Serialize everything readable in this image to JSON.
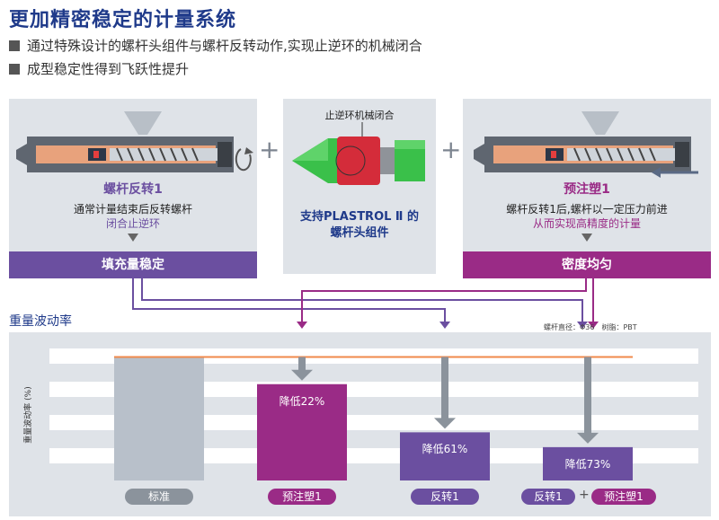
{
  "title": "更加精密稳定的计量系统",
  "bullets": [
    "通过特殊设计的螺杆头组件与螺杆反转动作,实现止逆环的机械闭合",
    "成型稳定性得到飞跃性提升"
  ],
  "panels": {
    "left": {
      "caption": "螺杆反转1",
      "line1": "通常计量结束后反转螺杆",
      "line2": "闭合止逆环",
      "bar": "填充量稳定"
    },
    "middle": {
      "callout": "止逆环机械闭合",
      "line1": "支持PLASTROL Ⅱ 的",
      "line2": "螺杆头组件"
    },
    "right": {
      "caption": "预注塑1",
      "line1": "螺杆反转1后,螺杆以一定压力前进",
      "line2": "从而实现高精度的计量",
      "bar": "密度均匀"
    }
  },
  "plus": "+",
  "chart_section_title": "重量波动率",
  "note": "螺杆直径：Φ36　树脂：PBT",
  "chart_data": {
    "type": "bar",
    "ylabel": "重量波动率 (%)",
    "categories": [
      "标准",
      "预注塑1",
      "反转1",
      "反转1 + 预注塑1"
    ],
    "values": [
      100,
      78,
      39,
      27
    ],
    "annotations": [
      "",
      "降低22%",
      "降低61%",
      "降低73%"
    ],
    "ylim": [
      0,
      120
    ],
    "reference_line": 100,
    "bar_colors": [
      "#b8c0ca",
      "#9a2b86",
      "#6b4fa0",
      "#6b4fa0"
    ],
    "category_labels": [
      {
        "text": "标准",
        "color": "#8b939c"
      },
      {
        "text": "预注塑1",
        "color": "#9a2b86"
      },
      {
        "text": "反转1",
        "color": "#6b4fa0"
      },
      {
        "text": "反转1",
        "text2": "预注塑1",
        "color": "#6b4fa0",
        "color2": "#9a2b86"
      }
    ],
    "plus_sign": "+"
  },
  "colors": {
    "title": "#1f3a8a",
    "purple": "#6b4fa0",
    "magenta": "#9a2b86",
    "panel": "#dfe3e8",
    "orange_line": "#f08a4b"
  }
}
